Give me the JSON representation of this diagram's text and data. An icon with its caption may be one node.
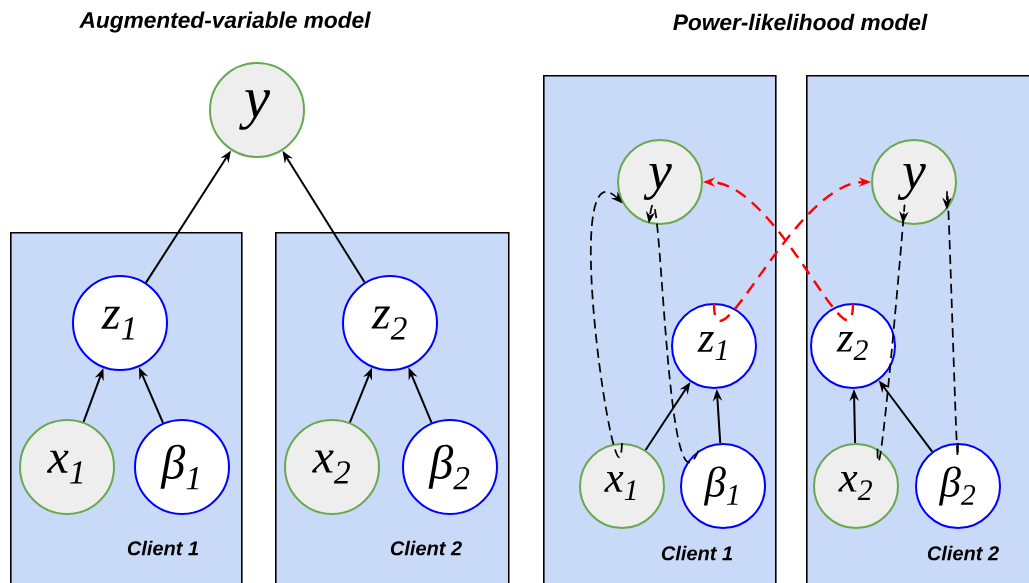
{
  "diagram": {
    "nodes": [
      {
        "text": [
          "y"
        ]
      },
      {
        "text": [
          "Client 1"
        ]
      },
      {
        "text": [
          "z$_{1}$"
        ],
        "in": 1
      },
      {
        "text": [
          "x$_{1}$"
        ],
        "in": 1
      },
      {
        "text": [
          "β$_{1}$"
        ],
        "in": 1
      },
      {
        "text": [
          "Client 2"
        ]
      },
      {
        "text": [
          "z$_{2}$"
        ],
        "in": 5
      },
      {
        "text": [
          "x$_{2}$"
        ],
        "in": 5
      },
      {
        "text": [
          "β$_{2}$"
        ],
        "in": 5
      },
      {
        "text": [
          "Client 1"
        ]
      },
      {
        "text": [
          "y"
        ],
        "in": 9
      },
      {
        "text": [
          "z$_{1}$"
        ],
        "in": 9
      },
      {
        "text": [
          "x$_{1}$"
        ],
        "in": 9
      },
      {
        "text": [
          "β$_{1}$"
        ],
        "in": 9
      },
      {
        "text": [
          "Client 2"
        ]
      },
      {
        "text": [
          "y"
        ],
        "in": 14
      },
      {
        "text": [
          "z$_{2}$"
        ],
        "in": 14
      },
      {
        "text": [
          "x$_{2}$"
        ],
        "in": 14
      },
      {
        "text": [
          "β$_{2}$"
        ],
        "in": 14
      }
    ],
    "edges": [
      {
        "from": 2,
        "to": 0,
        "arrow": "to"
      },
      {
        "from": 6,
        "to": 0,
        "arrow": "to"
      },
      {
        "from": 3,
        "to": 2,
        "arrow": "to"
      },
      {
        "from": 4,
        "to": 2,
        "arrow": "to"
      },
      {
        "from": 7,
        "to": 6,
        "arrow": "to"
      },
      {
        "from": 8,
        "to": 6,
        "arrow": "to"
      },
      {
        "from": 12,
        "to": 11,
        "arrow": "to"
      },
      {
        "from": 13,
        "to": 11,
        "arrow": "to"
      },
      {
        "from": 12,
        "to": 10,
        "arrow": "to",
        "style": "dashed"
      },
      {
        "from": 13,
        "to": 10,
        "arrow": "to",
        "style": "dashed"
      },
      {
        "from": 11,
        "to": 15,
        "arrow": "to",
        "style": "dashed",
        "color": "#ff0000"
      },
      {
        "from": 16,
        "to": 10,
        "arrow": "to",
        "style": "dashed",
        "color": "#ff0000"
      },
      {
        "from": 17,
        "to": 16,
        "arrow": "to"
      },
      {
        "from": 18,
        "to": 16,
        "arrow": "to"
      },
      {
        "from": 17,
        "to": 15,
        "arrow": "to",
        "style": "dashed"
      },
      {
        "from": 18,
        "to": 15,
        "arrow": "to",
        "style": "dashed"
      }
    ],
    "labels": [
      "Augmented-variable model",
      "Power-likelihood model"
    ]
  }
}
